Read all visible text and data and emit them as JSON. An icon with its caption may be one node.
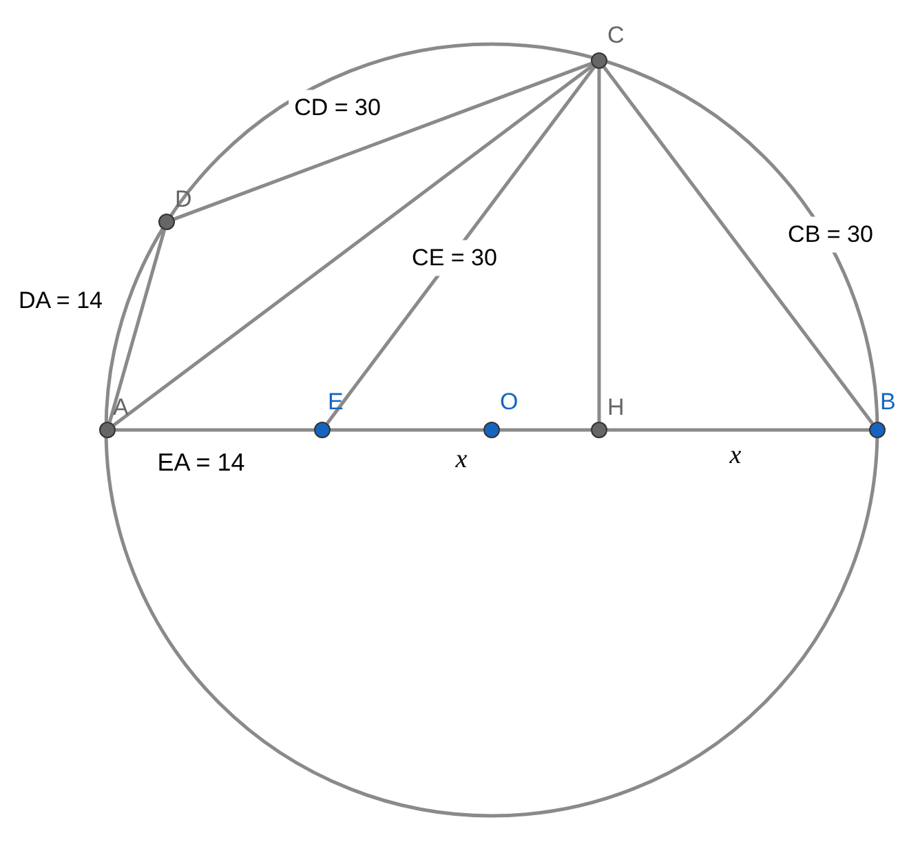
{
  "diagram": {
    "nodes": [
      {
        "text": [
          "A"
        ]
      },
      {
        "text": [
          "D"
        ]
      },
      {
        "text": [
          "C"
        ]
      },
      {
        "text": [
          "E"
        ]
      },
      {
        "text": [
          "O"
        ]
      },
      {
        "text": [
          "H"
        ]
      },
      {
        "text": [
          "B"
        ]
      }
    ],
    "edges": [
      {
        "from": 0,
        "to": 1,
        "arrow": "none"
      },
      {
        "from": 1,
        "to": 2,
        "arrow": "none"
      },
      {
        "from": 0,
        "to": 2,
        "arrow": "none"
      },
      {
        "from": 2,
        "to": 3,
        "arrow": "none",
        "label": "CE = 30"
      },
      {
        "from": 2,
        "to": 5,
        "arrow": "none"
      },
      {
        "from": 2,
        "to": 6,
        "arrow": "none"
      },
      {
        "from": 0,
        "to": 3,
        "arrow": "none"
      },
      {
        "from": 3,
        "to": 4,
        "arrow": "none"
      },
      {
        "from": 4,
        "to": 5,
        "arrow": "none"
      },
      {
        "from": 5,
        "to": 6,
        "arrow": "none"
      }
    ],
    "labels": [
      "CD = 30",
      "DA = 14",
      "CB = 30",
      "EA = 14",
      "x",
      "x"
    ]
  }
}
